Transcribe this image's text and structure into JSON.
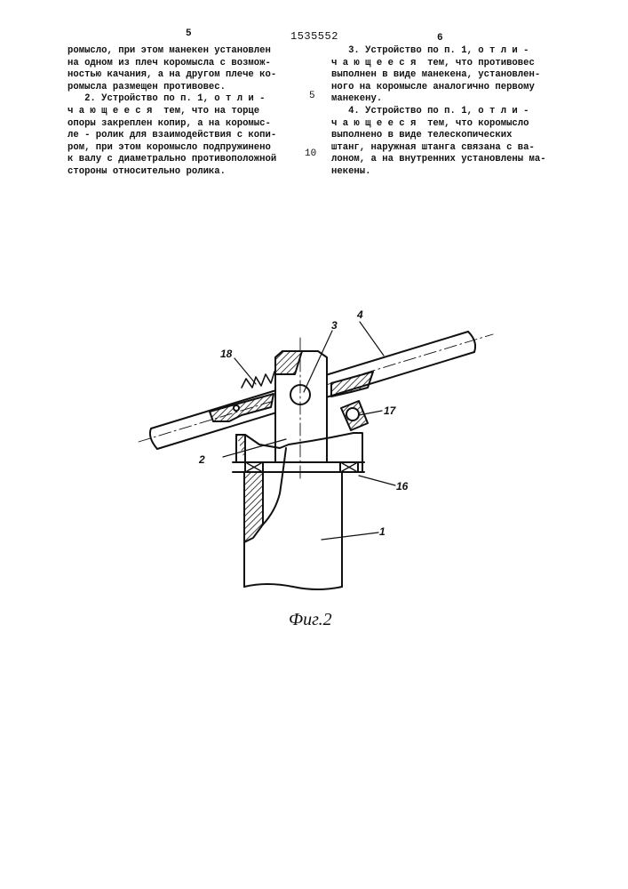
{
  "header": {
    "left_page_number": "5",
    "patent_number": "1535552",
    "right_page_number": "6"
  },
  "left_column": {
    "lines": [
      "ромысло, при этом манекен установлен",
      "на одном из плеч коромысла с возмож-",
      "ностью качания, а на другом плече ко-",
      "ромысла размещен противовес.",
      "   2. Устройство по п. 1, о т л и -",
      "ч а ю щ е е с я  тем, что на торце",
      "опоры закреплен копир, а на коромыс-",
      "ле - ролик для взаимодействия с копи-",
      "ром, при этом коромысло подпружинено",
      "к валу с диаметрально противоположной",
      "стороны относительно ролика."
    ]
  },
  "right_column": {
    "lines": [
      "   3. Устройство по п. 1, о т л и -",
      "ч а ю щ е е с я  тем, что противовес",
      "выполнен в виде манекена, установлен-",
      "ного на коромысле аналогично первому",
      "манекену.",
      "   4. Устройство по п. 1, о т л и -",
      "ч а ю щ е е с я  тем, что коромысло",
      "выполнено в виде телескопических",
      "штанг, наружная штанга связана с ва-",
      "лоном, а на внутренних установлены ма-",
      "некены."
    ]
  },
  "line_numbers": [
    "5",
    "10"
  ],
  "figure": {
    "labels": [
      "18",
      "3",
      "4",
      "17",
      "2",
      "16",
      "1"
    ],
    "caption": "Фиг.2"
  }
}
